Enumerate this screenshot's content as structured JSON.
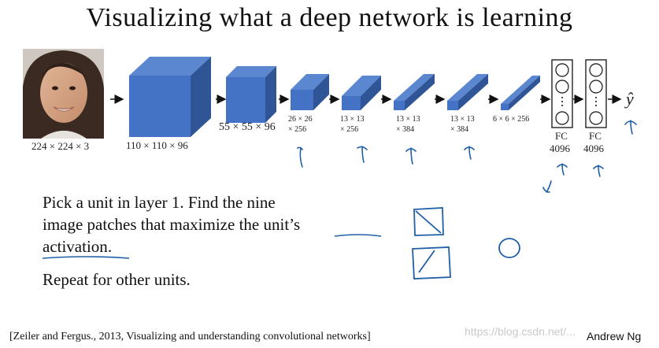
{
  "title": "Visualizing what a deep network is learning",
  "layers": [
    {
      "label": "224 × 224 × 3"
    },
    {
      "label": "110 × 110 × 96"
    },
    {
      "label": "55 × 55 × 96"
    },
    {
      "label_line1": "26 × 26",
      "label_line2": "× 256"
    },
    {
      "label_line1": "13 × 13",
      "label_line2": "× 256"
    },
    {
      "label_line1": "13 × 13",
      "label_line2": "× 384"
    },
    {
      "label_line1": "13 × 13",
      "label_line2": "× 384"
    },
    {
      "label": "6 × 6 × 256"
    }
  ],
  "fc_layers": [
    {
      "line1": "FC",
      "line2": "4096"
    },
    {
      "line1": "FC",
      "line2": "4096"
    }
  ],
  "output_symbol": "ŷ",
  "text": {
    "line1": "Pick a unit in layer 1. Find the nine",
    "line2_pre": "image patches that maximize the ",
    "line2_underlined": "unit’s",
    "line3_underlined": "activation",
    "line3_post": ".",
    "line4": "Repeat for other units."
  },
  "citation": "[Zeiler and Fergus., 2013, Visualizing and understanding convolutional networks]",
  "author": "Andrew Ng",
  "watermark": "https://blog.csdn.net/...",
  "colors": {
    "cube_front": "#4472c4",
    "cube_top": "#5b86d0",
    "cube_side": "#2f5597",
    "ink": "#1f5fa8"
  }
}
